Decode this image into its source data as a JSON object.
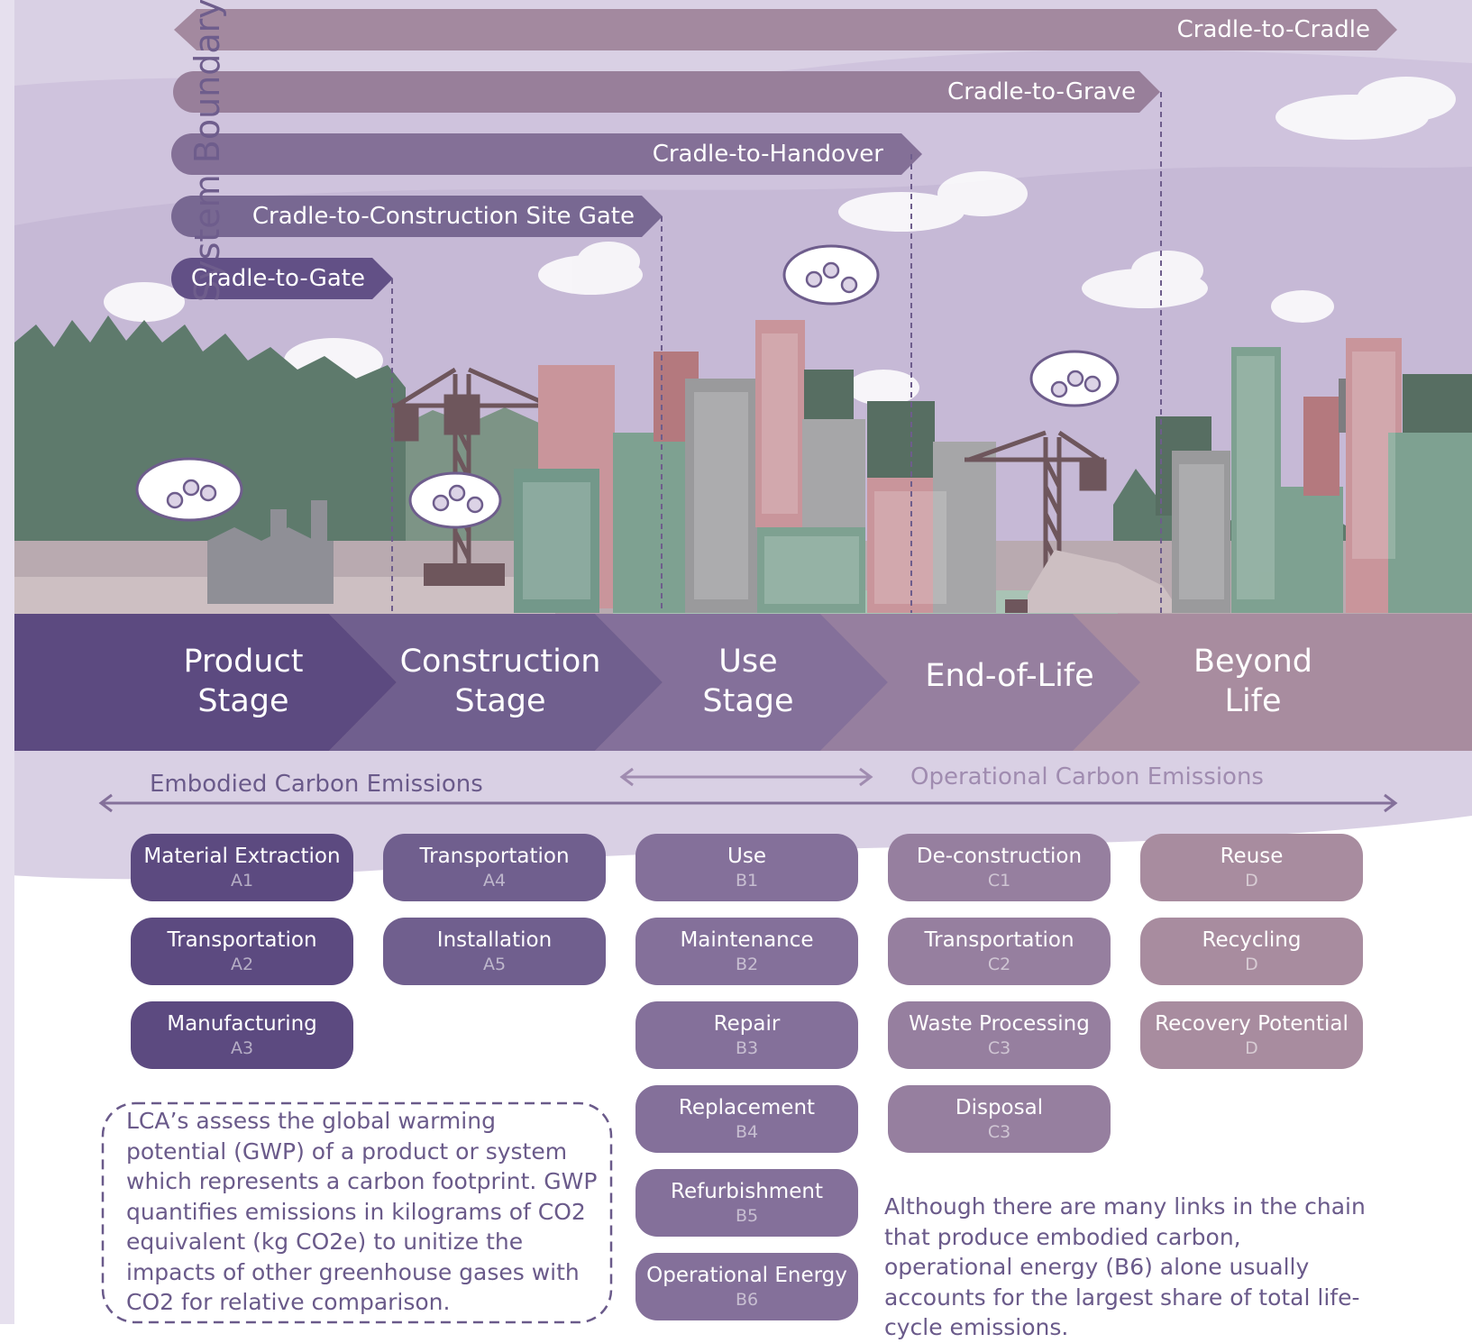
{
  "system_boundary_label": "System Boundary",
  "boundaries": [
    {
      "label": "Cradle-to-Cradle"
    },
    {
      "label": "Cradle-to-Grave"
    },
    {
      "label": "Cradle-to-Handover"
    },
    {
      "label": "Cradle-to-Construction Site Gate"
    },
    {
      "label": "Cradle-to-Gate"
    }
  ],
  "stages": [
    {
      "line1": "Product",
      "line2": "Stage"
    },
    {
      "line1": "Construction",
      "line2": "Stage"
    },
    {
      "line1": "Use",
      "line2": "Stage"
    },
    {
      "line1": "End-of-Life",
      "line2": ""
    },
    {
      "line1": "Beyond",
      "line2": "Life"
    }
  ],
  "emissions": {
    "embodied": "Embodied Carbon Emissions",
    "operational": "Operational Carbon Emissions"
  },
  "modules": {
    "product": [
      {
        "label": "Material Extraction",
        "code": "A1"
      },
      {
        "label": "Transportation",
        "code": "A2"
      },
      {
        "label": "Manufacturing",
        "code": "A3"
      }
    ],
    "construction": [
      {
        "label": "Transportation",
        "code": "A4"
      },
      {
        "label": "Installation",
        "code": "A5"
      }
    ],
    "use": [
      {
        "label": "Use",
        "code": "B1"
      },
      {
        "label": "Maintenance",
        "code": "B2"
      },
      {
        "label": "Repair",
        "code": "B3"
      },
      {
        "label": "Replacement",
        "code": "B4"
      },
      {
        "label": "Refurbishment",
        "code": "B5"
      },
      {
        "label": "Operational Energy",
        "code": "B6"
      }
    ],
    "end_of_life": [
      {
        "label": "De-construction",
        "code": "C1"
      },
      {
        "label": "Transportation",
        "code": "C2"
      },
      {
        "label": "Waste Processing",
        "code": "C3"
      },
      {
        "label": "Disposal",
        "code": "C3"
      }
    ],
    "beyond": [
      {
        "label": "Reuse",
        "code": "D"
      },
      {
        "label": "Recycling",
        "code": "D"
      },
      {
        "label": "Recovery Potential",
        "code": "D"
      }
    ]
  },
  "notes": {
    "lca": "LCA’s assess the global warming potential (GWP) of a product or system which represents a carbon footprint. GWP quantifies emissions in kilograms of CO2 equivalent (kg CO2e) to unitize the impacts of other greenhouse gases with CO2 for relative comparison.",
    "operational": "Although there are many links in the chain that produce embodied carbon, operational energy (B6) alone usually accounts for the largest share of total life-cycle emissions."
  },
  "colors": {
    "sky": "#d9cfe3",
    "forest": "#5e7a6c",
    "product": "#5c4a80",
    "construction": "#705f8e",
    "use": "#84709a",
    "end_of_life": "#967f9f",
    "beyond": "#a88c9f",
    "text_purple": "#6a5a8a"
  }
}
